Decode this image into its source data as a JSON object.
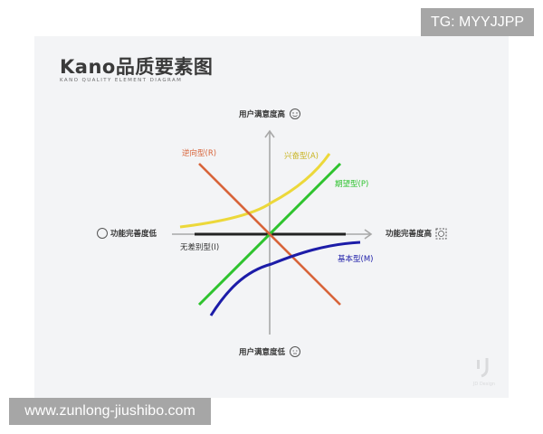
{
  "header": {
    "title": "Kano品质要素图",
    "subtitle": "KANO QUALITY ELEMENT DIAGRAM"
  },
  "watermarks": {
    "top_right": "TG: MYYJJPP",
    "bottom_left": "www.zunlong-jiushibo.com",
    "logo_text": "JD Design"
  },
  "axes": {
    "y_top": {
      "label": "用户满意度高",
      "icon": "smile-face-icon"
    },
    "y_bottom": {
      "label": "用户满意度低",
      "icon": "sad-face-icon"
    },
    "x_left": {
      "label": "功能完善度低",
      "icon": "empty-circle-icon"
    },
    "x_right": {
      "label": "功能完善度高",
      "icon": "full-frame-icon"
    }
  },
  "curves": [
    {
      "key": "R",
      "label": "逆向型(R)",
      "color": "#d8643a"
    },
    {
      "key": "A",
      "label": "兴奋型(A)",
      "color": "#ecd83a"
    },
    {
      "key": "P",
      "label": "期望型(P)",
      "color": "#2ec32e"
    },
    {
      "key": "I",
      "label": "无差别型(I)",
      "color": "#222222"
    },
    {
      "key": "M",
      "label": "基本型(M)",
      "color": "#1c1ca8"
    }
  ],
  "colors": {
    "card_bg": "#f3f4f6",
    "axis": "#a8a8a8",
    "badge_bg": "#a6a6a6"
  }
}
